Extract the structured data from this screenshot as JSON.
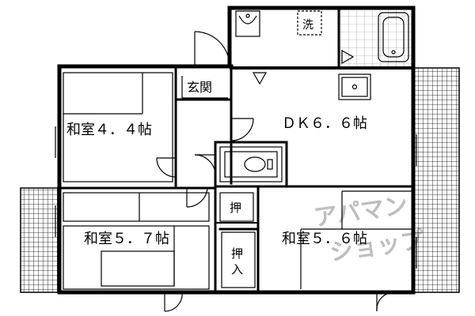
{
  "rooms": {
    "washitsu_4_4": "和室４．４帖",
    "dk_6_6": "ＤＫ６．６帖",
    "washitsu_5_7": "和室５．７帖",
    "washitsu_5_6": "和室５．６帖"
  },
  "labels": {
    "entrance": "玄関",
    "washer": "洗",
    "closet_upper": "押",
    "closet_lower_1": "押",
    "closet_lower_2": "入"
  },
  "watermark": {
    "line1": "アパマン",
    "line2": "ショップ"
  }
}
